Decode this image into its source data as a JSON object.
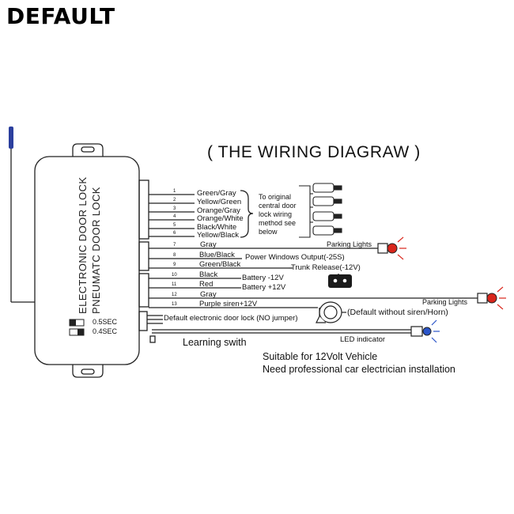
{
  "watermark": "DEFAULT",
  "title": "( THE WIRING DIAGRAW )",
  "unit": {
    "line1": "ELECTRONIC DOOR LOCK",
    "line2": "PNEUMATC DOOR LOCK",
    "timing_1": "0.5SEC",
    "timing_2": "0.4SEC"
  },
  "wires": [
    {
      "pin": "1",
      "label": "Green/Gray"
    },
    {
      "pin": "2",
      "label": "Yellow/Green"
    },
    {
      "pin": "3",
      "label": "Orange/Gray"
    },
    {
      "pin": "4",
      "label": "Orange/White"
    },
    {
      "pin": "5",
      "label": "Black/White"
    },
    {
      "pin": "6",
      "label": "Yellow/Black"
    },
    {
      "pin": "7",
      "label": "Gray"
    },
    {
      "pin": "8",
      "label": "Blue/Black"
    },
    {
      "pin": "9",
      "label": "Green/Black"
    },
    {
      "pin": "10",
      "label": "Black"
    },
    {
      "pin": "11",
      "label": "Red"
    },
    {
      "pin": "12",
      "label": "Gray"
    },
    {
      "pin": "13",
      "label": "Purple siren+12V"
    }
  ],
  "central_note": [
    "To original",
    "central door",
    "lock wiring",
    "method see",
    "below"
  ],
  "outputs": {
    "parking_lights_1": "Parking Lights",
    "power_windows": "Power Windows Output(-25S)",
    "trunk_release": "Trunk Release(-12V)",
    "battery_neg": "Battery  -12V",
    "battery_pos": "Battery +12V",
    "parking_lights_2": "Parking Lights",
    "siren": "(Default without siren/Horn)",
    "jumper": "Default electronic door lock (NO jumper)",
    "led": "LED indicator",
    "learning": "Learning swith"
  },
  "footer": {
    "line1": "Suitable for 12Volt Vehicle",
    "line2": "Need professional car electrician installation"
  },
  "colors": {
    "antenna": "#2b3f9e",
    "lamp": "#d9261c",
    "led": "#2a55c9",
    "line": "#222222"
  }
}
